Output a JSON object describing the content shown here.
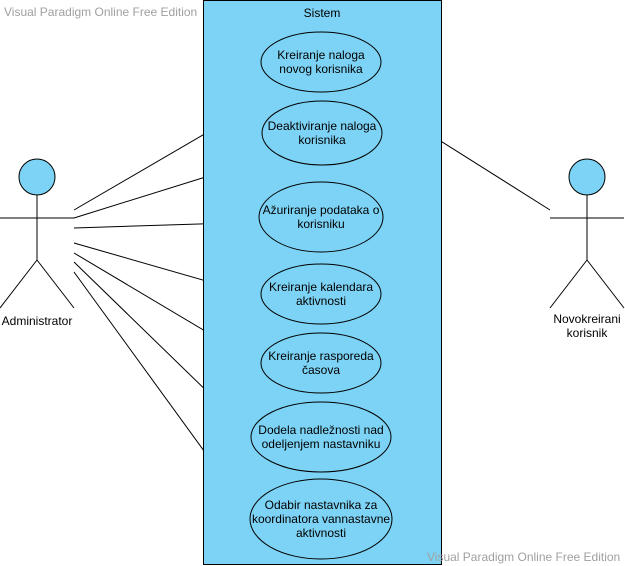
{
  "watermark_top": "Visual Paradigm Online Free Edition",
  "watermark_bottom": "Visual Paradigm Online Free Edition",
  "system": {
    "title": "Sistem",
    "fill": "#7dd3f5",
    "stroke": "#000000"
  },
  "actors": [
    {
      "id": "administrator",
      "name_lines": [
        "Administrator"
      ]
    },
    {
      "id": "novokreirani",
      "name_lines": [
        "Novokreirani",
        "korisnik"
      ]
    }
  ],
  "use_cases": [
    {
      "id": "uc1",
      "lines": [
        "Kreiranje naloga",
        "novog korisnika"
      ]
    },
    {
      "id": "uc2",
      "lines": [
        "Deaktiviranje naloga",
        "korisnika"
      ]
    },
    {
      "id": "uc3",
      "lines": [
        "Ažuriranje podataka o",
        "korisniku"
      ]
    },
    {
      "id": "uc4",
      "lines": [
        "Kreiranje kalendara",
        "aktivnosti"
      ]
    },
    {
      "id": "uc5",
      "lines": [
        "Kreiranje rasporeda",
        "časova"
      ]
    },
    {
      "id": "uc6",
      "lines": [
        "Dodela nadležnosti nad",
        "odeljenjem nastavniku"
      ]
    },
    {
      "id": "uc7",
      "lines": [
        "Odabir nastavnika za",
        "koordinatora vannastavne",
        "aktivnosti"
      ]
    }
  ],
  "associations": [
    {
      "actor": "administrator",
      "use_case": "uc1"
    },
    {
      "actor": "administrator",
      "use_case": "uc2"
    },
    {
      "actor": "administrator",
      "use_case": "uc3"
    },
    {
      "actor": "administrator",
      "use_case": "uc4"
    },
    {
      "actor": "administrator",
      "use_case": "uc5"
    },
    {
      "actor": "administrator",
      "use_case": "uc6"
    },
    {
      "actor": "administrator",
      "use_case": "uc7"
    },
    {
      "actor": "novokreirani",
      "use_case": "uc1"
    }
  ],
  "colors": {
    "fill": "#7dd3f5",
    "stroke": "#000000",
    "watermark": "#a0a0a0"
  }
}
